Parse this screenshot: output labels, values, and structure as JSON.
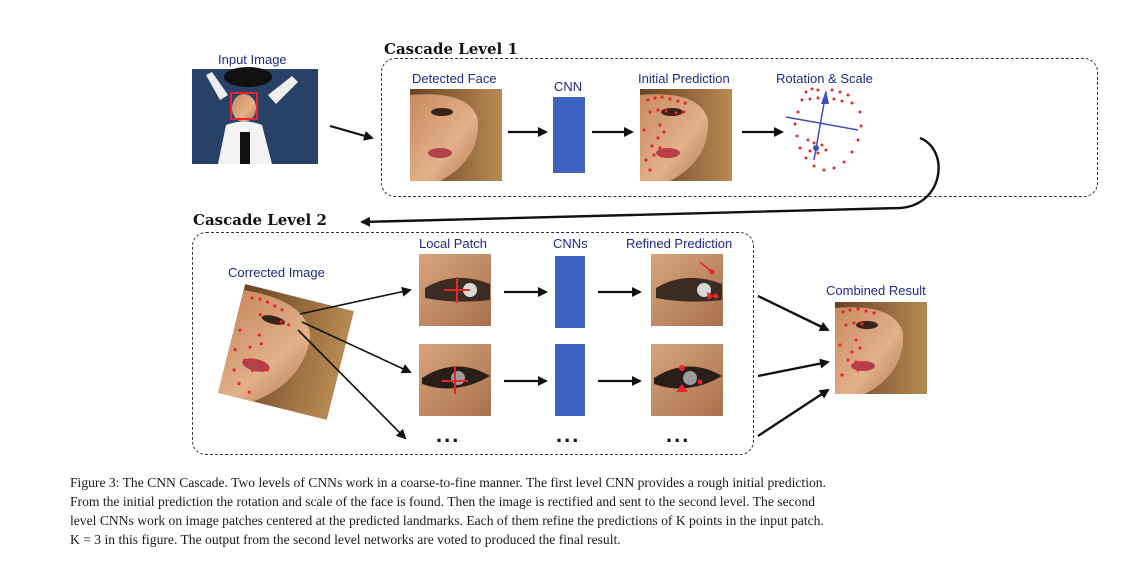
{
  "figure": {
    "input_label": "Input Image",
    "level1_header": "Cascade Level 1",
    "level2_header": "Cascade Level 2",
    "detected_face_label": "Detected Face",
    "cnn_label": "CNN",
    "initial_prediction_label": "Initial Prediction",
    "rotation_scale_label": "Rotation & Scale",
    "corrected_image_label": "Corrected Image",
    "local_patch_label": "Local Patch",
    "cnns_label": "CNNs",
    "refined_prediction_label": "Refined Prediction",
    "combined_result_label": "Combined Result",
    "ellipsis": "...",
    "colors": {
      "label_text": "#1f2a8a",
      "cnn_block": "#3c63c4",
      "landmark": "#e8262b"
    }
  },
  "caption": {
    "lines": [
      "Figure 3: The CNN Cascade. Two levels of CNNs work in a coarse-to-fine manner. The first level CNN provides a rough initial prediction.",
      "From the initial prediction the rotation and scale of the face is found. Then the image is rectified and sent to the second level. The second",
      "level CNNs work on image patches centered at the predicted landmarks. Each of them refine the predictions of K points in the input patch.",
      "K = 3 in this figure. The output from the second level networks are voted to produced the final result."
    ]
  }
}
